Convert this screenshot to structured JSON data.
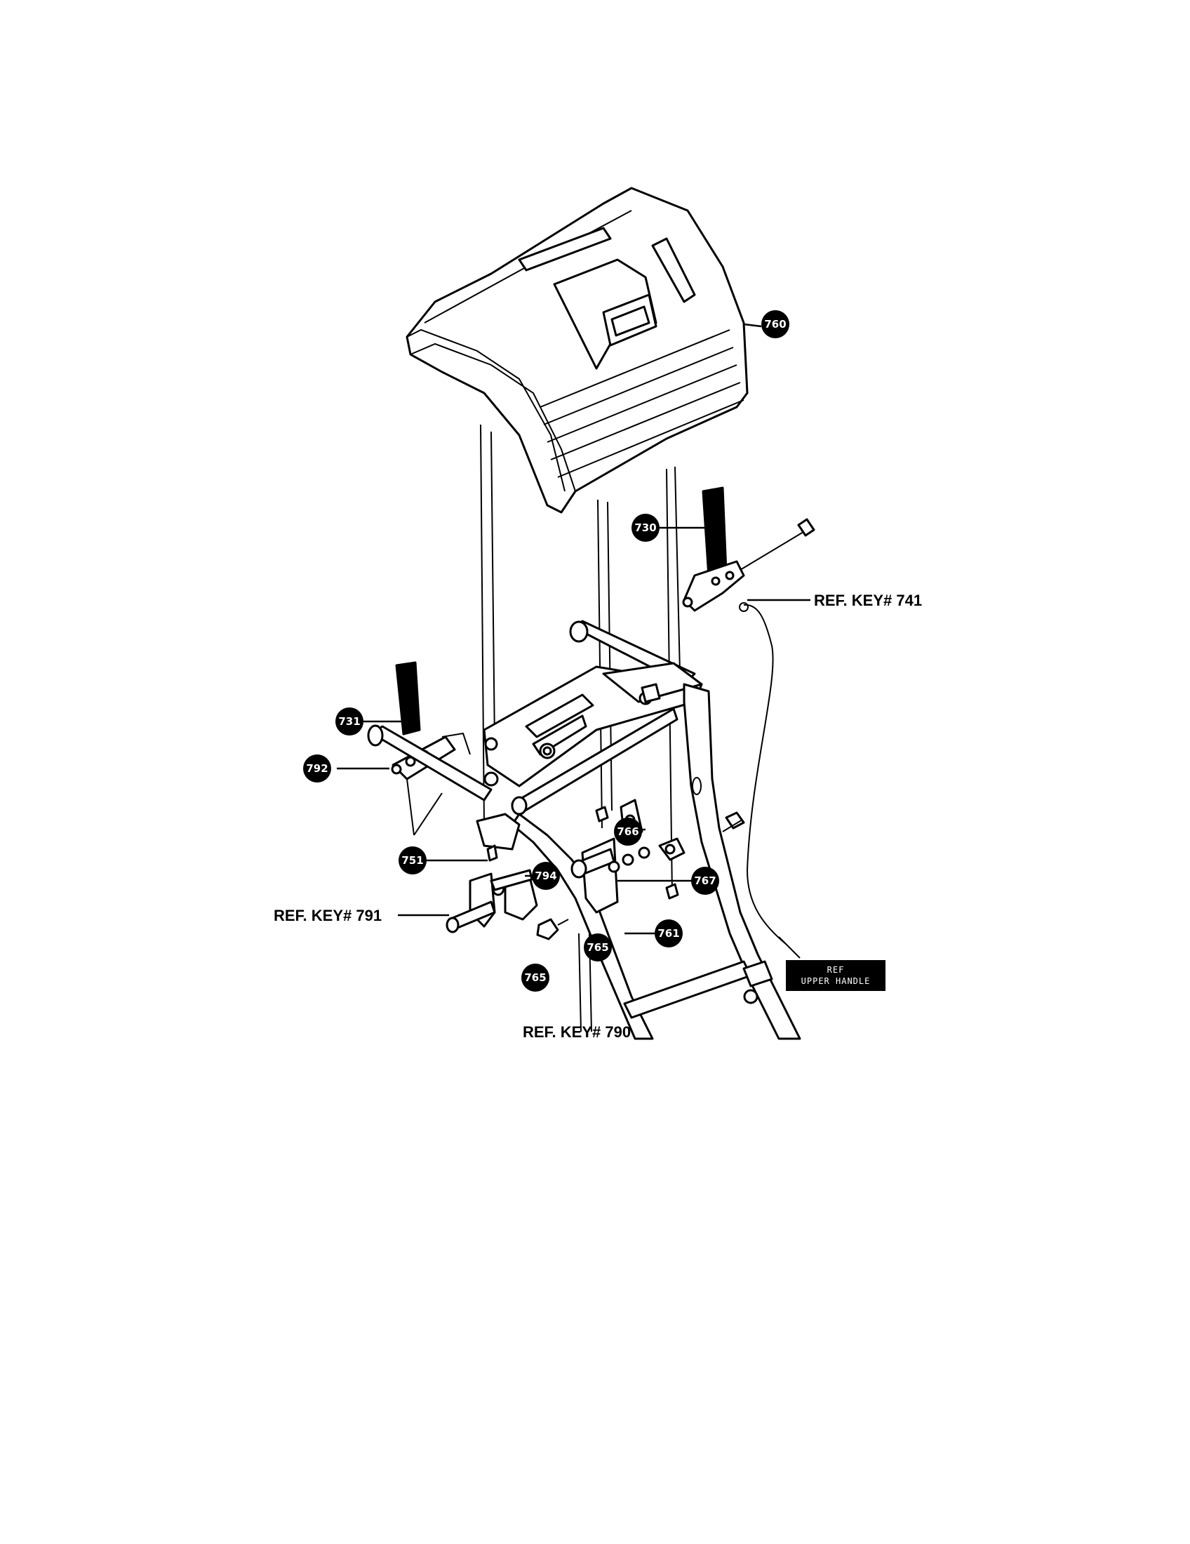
{
  "callouts": {
    "c760": "760",
    "c730": "730",
    "c731": "731",
    "c792": "792",
    "c751": "751",
    "c794": "794",
    "c766": "766",
    "c767": "767",
    "c761": "761",
    "c765a": "765",
    "c765b": "765"
  },
  "references": {
    "ref741": "REF. KEY# 741",
    "ref791": "REF. KEY# 791",
    "ref790": "REF. KEY# 790",
    "upper_handle_line1": "REF",
    "upper_handle_line2": "UPPER HANDLE"
  },
  "colors": {
    "ink": "#000000",
    "paper": "#ffffff"
  }
}
